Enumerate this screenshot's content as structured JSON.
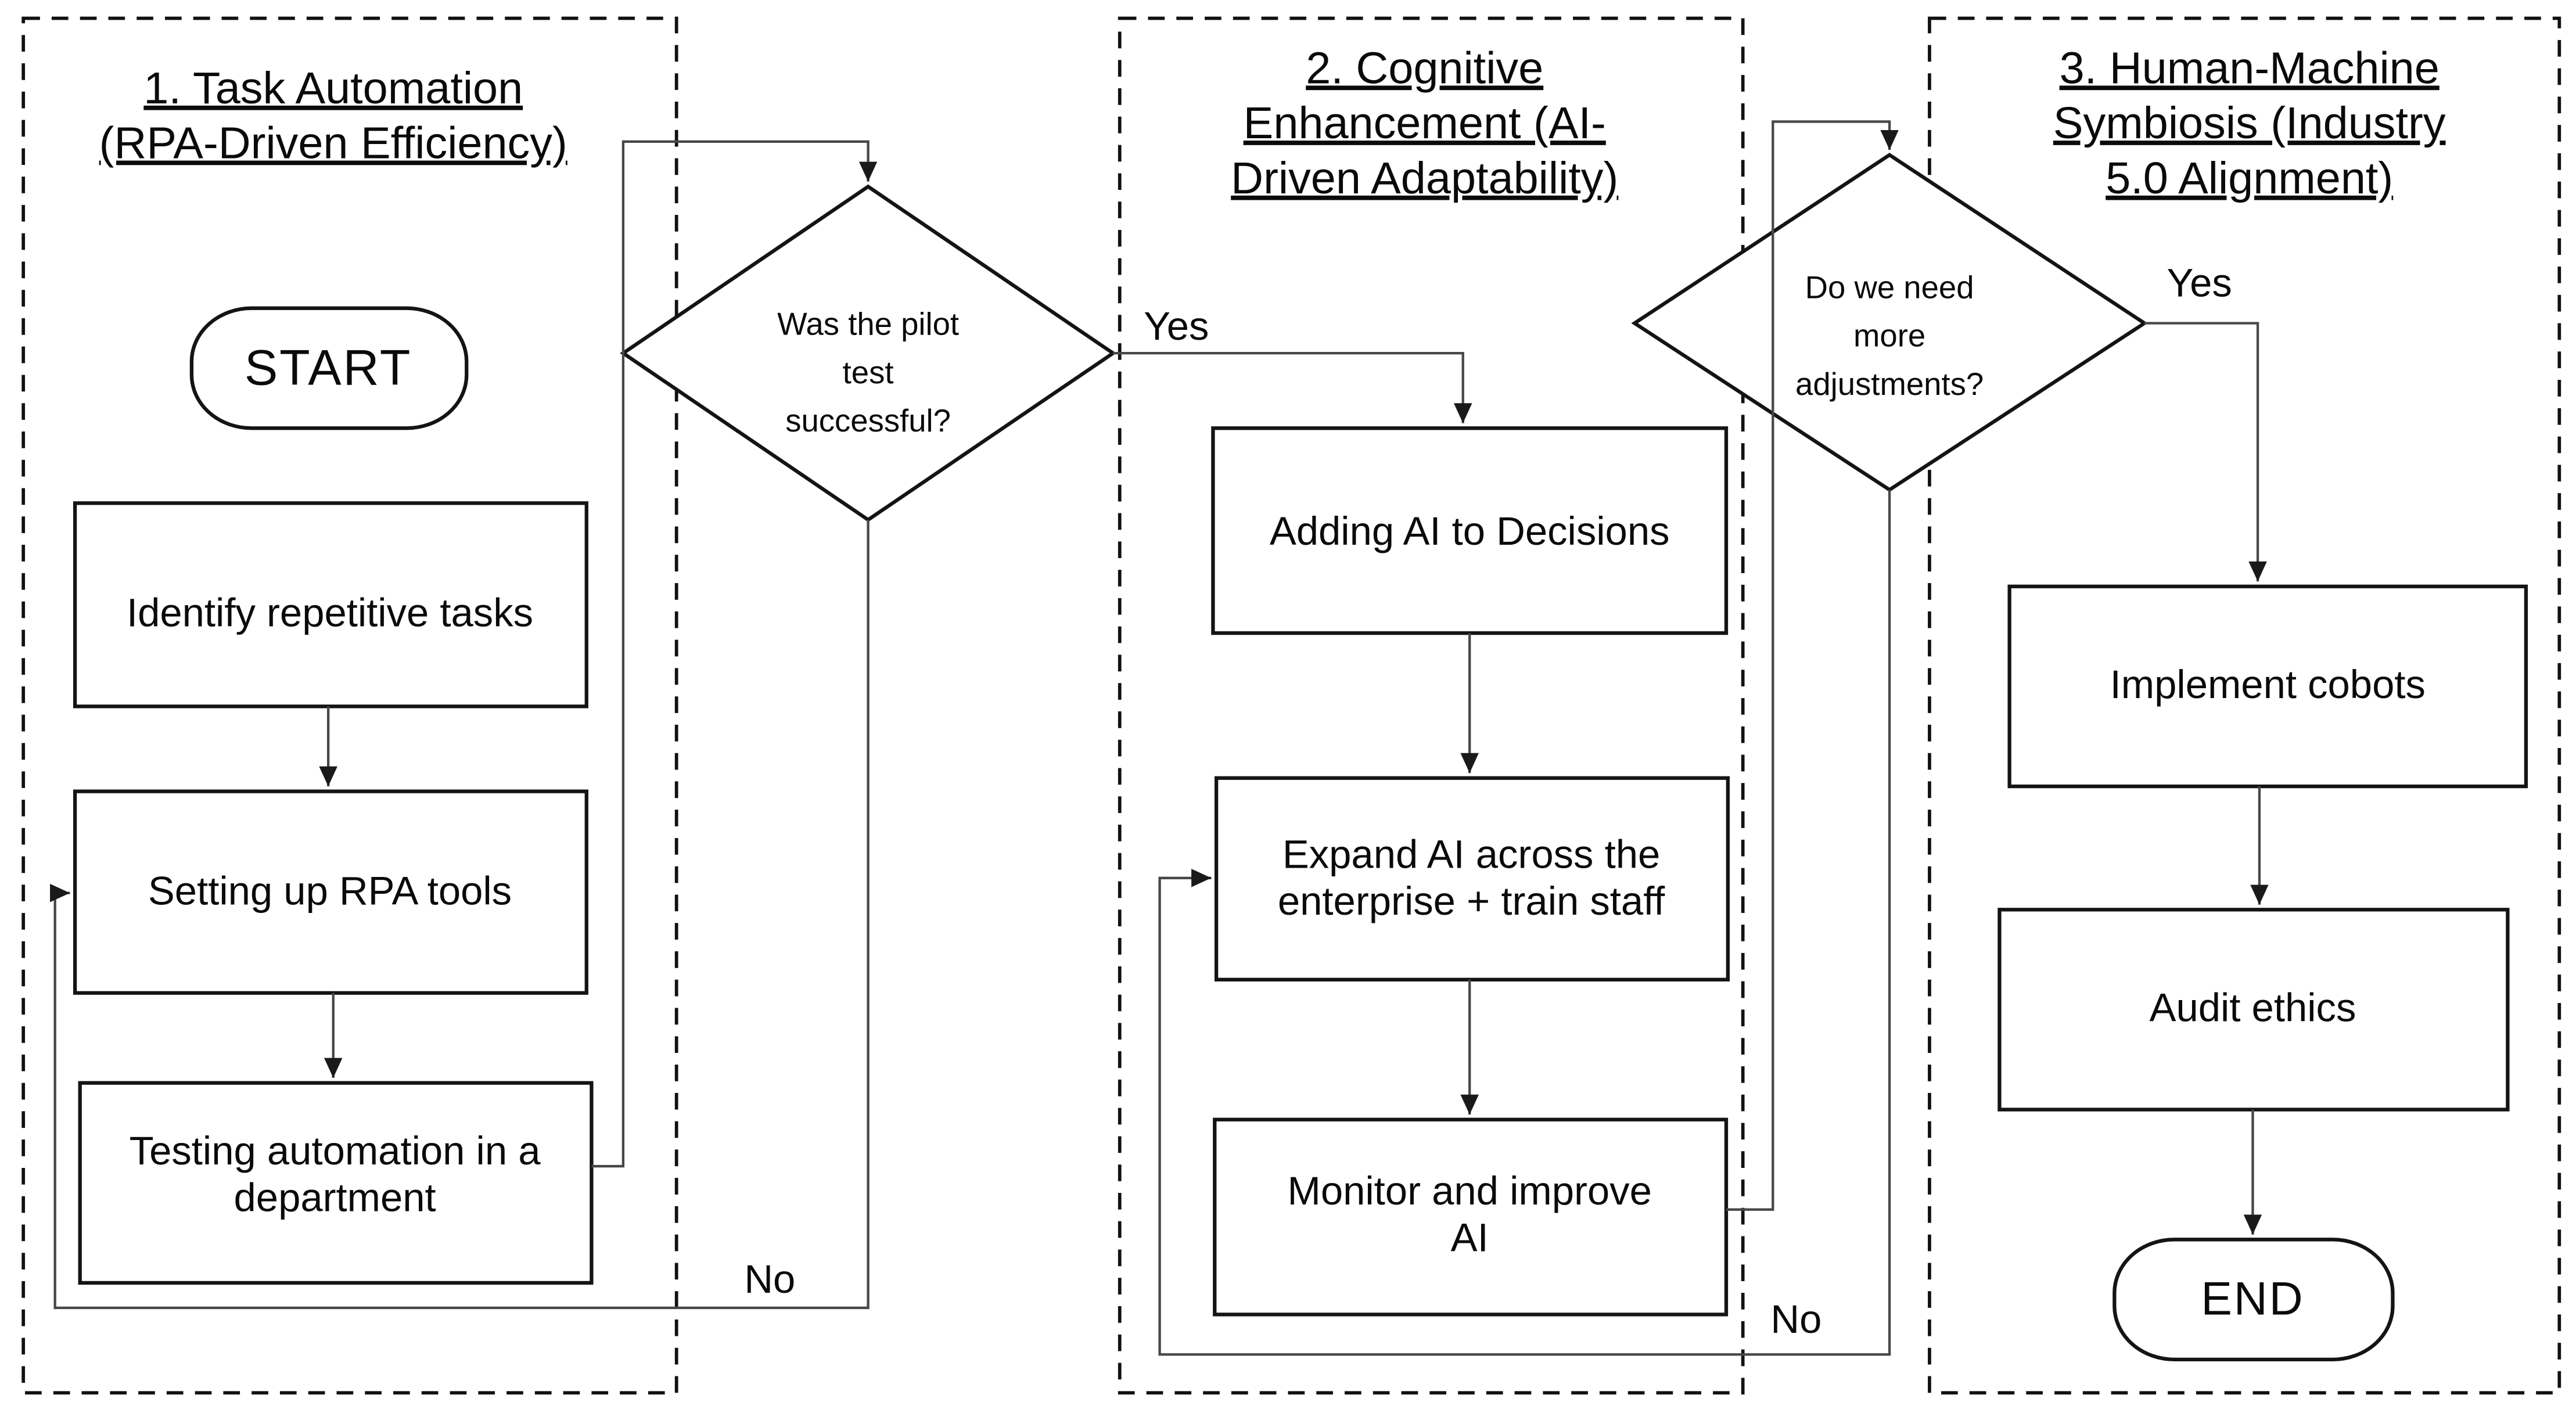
{
  "diagram": {
    "type": "flowchart",
    "background": "#ffffff",
    "colors": {
      "shape_fill": "#ffffff",
      "shape_stroke": "#141414",
      "connector": "#474747",
      "section_border": "#111111",
      "text": "#0a0a0a"
    }
  },
  "sections": [
    {
      "title_lines": [
        "1. Task Automation",
        "(RPA-Driven Efficiency)",
        ""
      ]
    },
    {
      "title_lines": [
        "2. Cognitive",
        "Enhancement (AI-",
        "Driven Adaptability)"
      ]
    },
    {
      "title_lines": [
        "3. Human-Machine",
        "Symbiosis (Industry",
        "5.0 Alignment)"
      ]
    }
  ],
  "nodes": {
    "start": "START",
    "identify": "Identify repetitive tasks",
    "setup": "Setting up RPA tools",
    "testing_lines": [
      "Testing automation in a",
      "department"
    ],
    "decision1_lines": [
      "Was the pilot",
      "test",
      "successful?"
    ],
    "adding": "Adding AI to Decisions",
    "expand_lines": [
      "Expand AI across the",
      "enterprise + train staff"
    ],
    "monitor_lines": [
      "Monitor and improve",
      "AI"
    ],
    "decision2_lines": [
      "Do we need",
      "more",
      "adjustments?"
    ],
    "implement": "Implement cobots",
    "audit": "Audit ethics",
    "end": "END"
  },
  "labels": {
    "yes1": "Yes",
    "no1": "No",
    "yes2": "Yes",
    "no2": "No"
  }
}
